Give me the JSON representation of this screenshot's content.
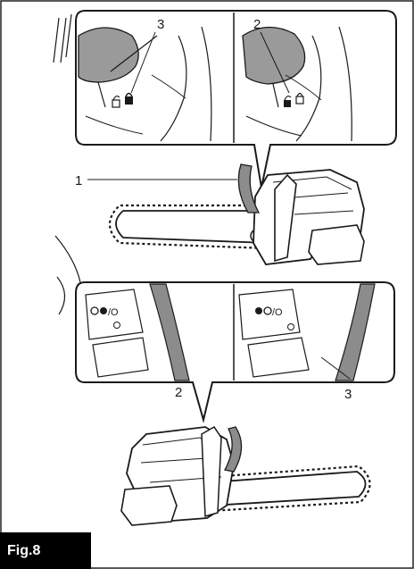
{
  "figure_label": "Fig.8",
  "callouts": {
    "top_left": "3",
    "top_right": "2",
    "main_pointer": "1",
    "bottom_left": "2",
    "bottom_right": "3"
  },
  "colors": {
    "line": "#1a1a1a",
    "hand_gray": "#9a9a9a",
    "lever_gray": "#8c8c8c",
    "badge_bg": "#000000",
    "badge_text": "#ffffff"
  }
}
